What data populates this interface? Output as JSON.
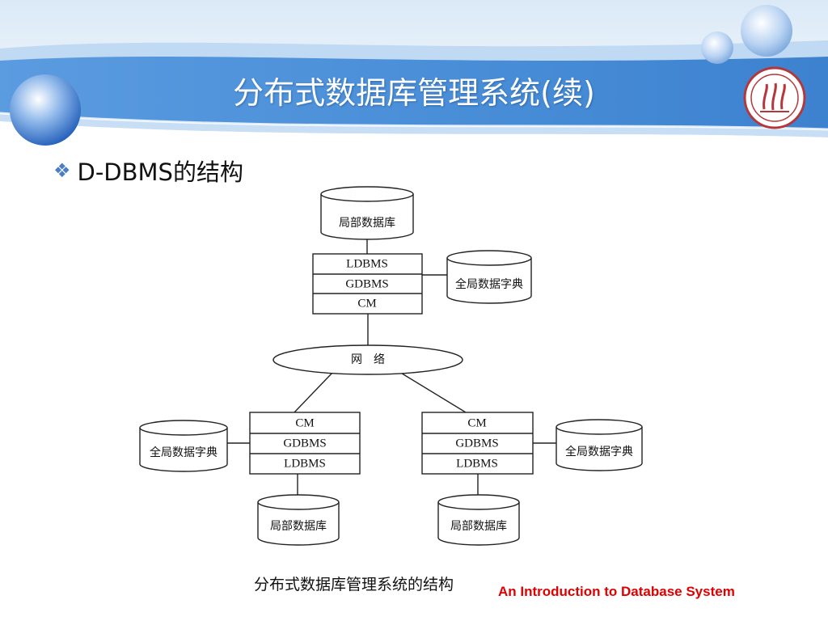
{
  "slide": {
    "title": "分布式数据库管理系统(续)",
    "bullet": "D-DBMS的结构",
    "caption": "分布式数据库管理系统的结构",
    "footer": "An Introduction to Database System"
  },
  "colors": {
    "banner": "#4a90d9",
    "footer_text": "#e00000",
    "bullet_marker": "#4a7fc4"
  },
  "diagram": {
    "top_site": {
      "local_db": "局部数据库",
      "stack": [
        "LDBMS",
        "GDBMS",
        "CM"
      ],
      "global_dict": "全局数据字典"
    },
    "network": "网　络",
    "left_site": {
      "stack": [
        "CM",
        "GDBMS",
        "LDBMS"
      ],
      "global_dict": "全局数据字典",
      "local_db": "局部数据库"
    },
    "right_site": {
      "stack": [
        "CM",
        "GDBMS",
        "LDBMS"
      ],
      "global_dict": "全局数据字典",
      "local_db": "局部数据库"
    }
  }
}
